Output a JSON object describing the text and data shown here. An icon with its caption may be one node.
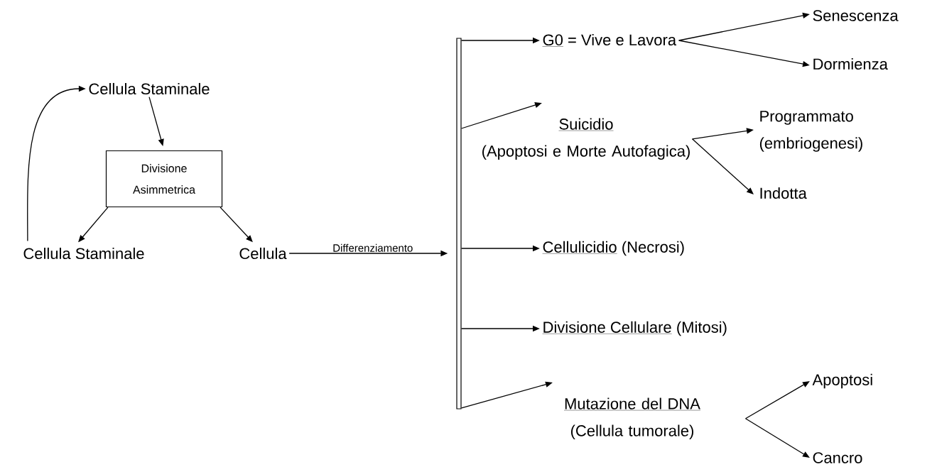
{
  "diagram": {
    "nodes": [
      {
        "text": [
          "Cellula Staminale"
        ]
      },
      {
        "text": [
          "Divisione Asimmetrica"
        ]
      },
      {
        "text": [
          "Cellula Staminale"
        ]
      },
      {
        "text": [
          "Cellula"
        ]
      },
      {
        "text": [],
        "shape": "bar"
      },
      {
        "text": [
          "G0",
          "= Vive e Lavora"
        ]
      },
      {
        "text": [
          "Senescenza"
        ]
      },
      {
        "text": [
          "Dormienza"
        ]
      },
      {
        "text": [
          "Suicidio",
          "(Apoptosi e Morte Autofagica)"
        ]
      },
      {
        "text": [
          "Programmato (embriogenesi)"
        ]
      },
      {
        "text": [
          "Indotta"
        ]
      },
      {
        "text": [
          "Cellulicidio",
          "(Necrosi)"
        ]
      },
      {
        "text": [
          "Divisione Cellulare",
          "(Mitosi)"
        ]
      },
      {
        "text": [
          "Mutazione del DNA",
          "(Cellula tumorale)"
        ]
      },
      {
        "text": [
          "Apoptosi"
        ]
      },
      {
        "text": [
          "Cancro"
        ]
      }
    ],
    "edges": [
      {
        "from": 0,
        "to": 1,
        "arrow": "to"
      },
      {
        "from": 1,
        "to": 2,
        "arrow": "to"
      },
      {
        "from": 1,
        "to": 3,
        "arrow": "to"
      },
      {
        "from": 2,
        "to": 0,
        "arrow": "to"
      },
      {
        "from": 3,
        "to": 4,
        "arrow": "to",
        "label": "Differenziamento"
      },
      {
        "from": 4,
        "to": 5,
        "arrow": "to"
      },
      {
        "from": 4,
        "to": 8,
        "arrow": "to"
      },
      {
        "from": 4,
        "to": 11,
        "arrow": "to"
      },
      {
        "from": 4,
        "to": 12,
        "arrow": "to"
      },
      {
        "from": 4,
        "to": 13,
        "arrow": "to"
      },
      {
        "from": 5,
        "to": 6,
        "arrow": "to"
      },
      {
        "from": 5,
        "to": 7,
        "arrow": "to"
      },
      {
        "from": 8,
        "to": 9,
        "arrow": "to"
      },
      {
        "from": 8,
        "to": 10,
        "arrow": "to"
      },
      {
        "from": 13,
        "to": 14,
        "arrow": "to"
      },
      {
        "from": 13,
        "to": 15,
        "arrow": "to"
      }
    ]
  }
}
